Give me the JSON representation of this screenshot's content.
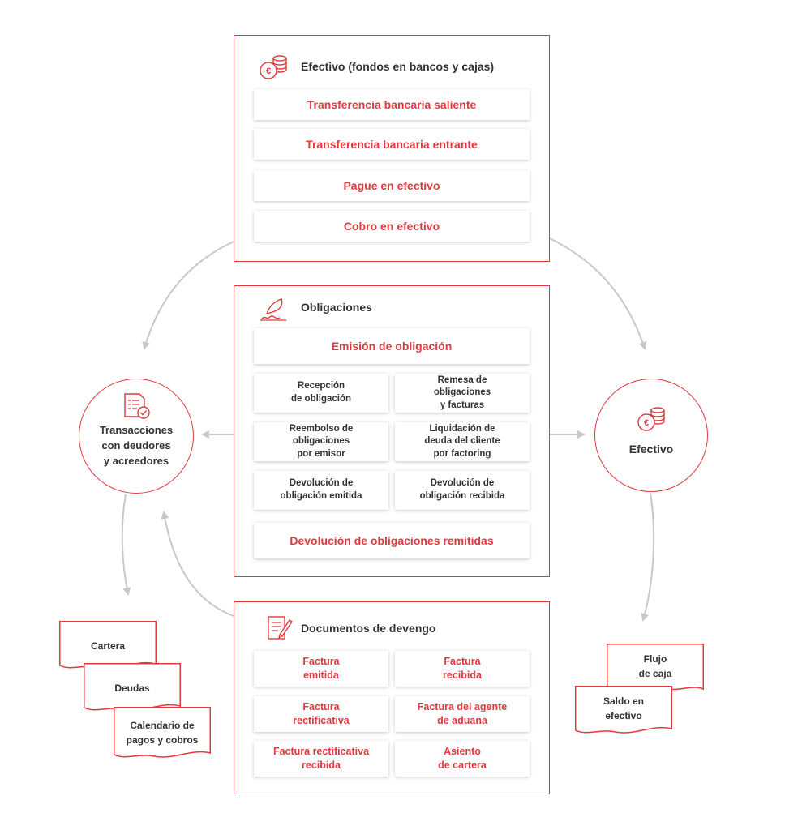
{
  "colors": {
    "accent": "#e0393e",
    "text": "#333333",
    "arrow": "#c8c8c8"
  },
  "cash_panel": {
    "title": "Efectivo (fondos en bancos y cajas)",
    "icon": "coins-euro-icon",
    "items": [
      "Transferencia bancaria saliente",
      "Transferencia bancaria entrante",
      "Pague en efectivo",
      "Cobro en efectivo"
    ]
  },
  "obligations_panel": {
    "title": "Obligaciones",
    "icon": "signature-hand-icon",
    "top_item": "Emisión de obligación",
    "grid_items": [
      "Recepción\nde obligación",
      "Remesa de\nobligaciones\ny facturas",
      "Reembolso de\nobligaciones\npor emisor",
      "Liquidación de\ndeuda del cliente\npor factoring",
      "Devolución de\nobligación  emitida",
      "Devolución de\nobligación recibida"
    ],
    "bottom_item": "Devolución de obligaciones remitidas"
  },
  "accrual_panel": {
    "title": "Documentos de devengo",
    "icon": "document-edit-icon",
    "items": [
      "Factura\nemitida",
      "Factura\nrecibida",
      "Factura\nrectificativa",
      "Factura del agente\nde aduana",
      "Factura rectificativa\nrecibida",
      "Asiento\nde cartera"
    ]
  },
  "left_circle": {
    "label": "Transacciones\ncon deudores\ny acreedores",
    "icon": "checklist-document-icon"
  },
  "right_circle": {
    "label": "Efectivo",
    "icon": "coins-euro-icon"
  },
  "left_documents": [
    "Cartera",
    "Deudas",
    "Calendario de\npagos y cobros"
  ],
  "right_documents": [
    "Flujo\nde caja",
    "Saldo en\nefectivo"
  ]
}
